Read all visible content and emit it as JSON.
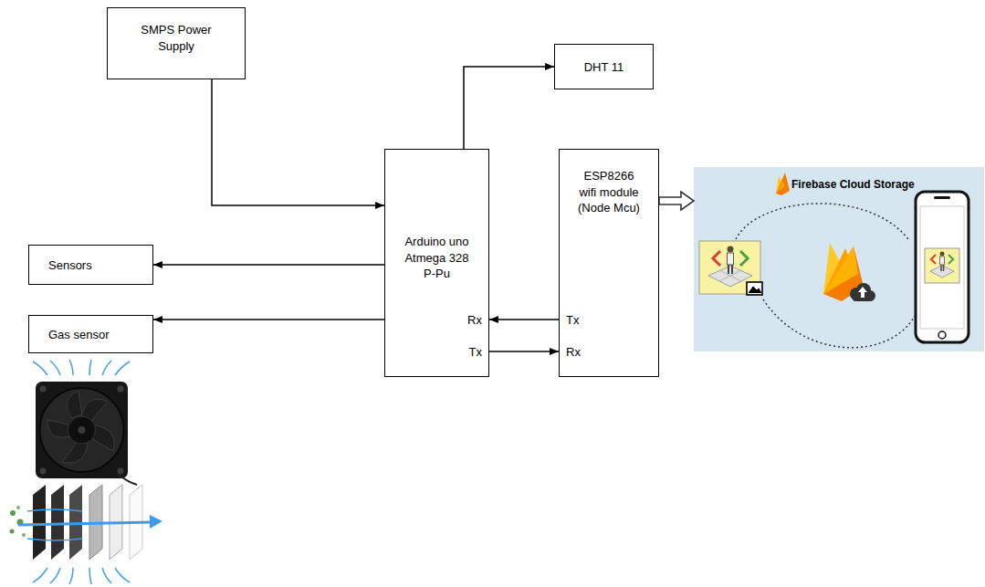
{
  "diagram": {
    "nodes": [
      {
        "text": [
          "SMPS Power Supply"
        ]
      },
      {
        "text": [
          "DHT 11"
        ]
      },
      {
        "text": [
          "Arduino uno Atmega 328 P-Pu",
          "Rx",
          "Tx"
        ]
      },
      {
        "text": [
          "ESP8266 wifi module (Node Mcu)",
          "Tx",
          "Rx"
        ]
      },
      {
        "text": [
          "Sensors"
        ]
      },
      {
        "text": [
          "Gas sensor"
        ]
      },
      {
        "text": [
          "Firebase Cloud Storage"
        ]
      }
    ],
    "edges": [
      {
        "from": 0,
        "to": 2,
        "arrow": "to"
      },
      {
        "from": 2,
        "to": 1,
        "arrow": "to"
      },
      {
        "from": 2,
        "to": 4,
        "arrow": "to"
      },
      {
        "from": 2,
        "to": 5,
        "arrow": "to"
      },
      {
        "from": 3,
        "to": 2,
        "arrow": "to"
      },
      {
        "from": 2,
        "to": 3,
        "arrow": "to"
      },
      {
        "from": 3,
        "to": 6,
        "arrow": "to"
      }
    ]
  }
}
